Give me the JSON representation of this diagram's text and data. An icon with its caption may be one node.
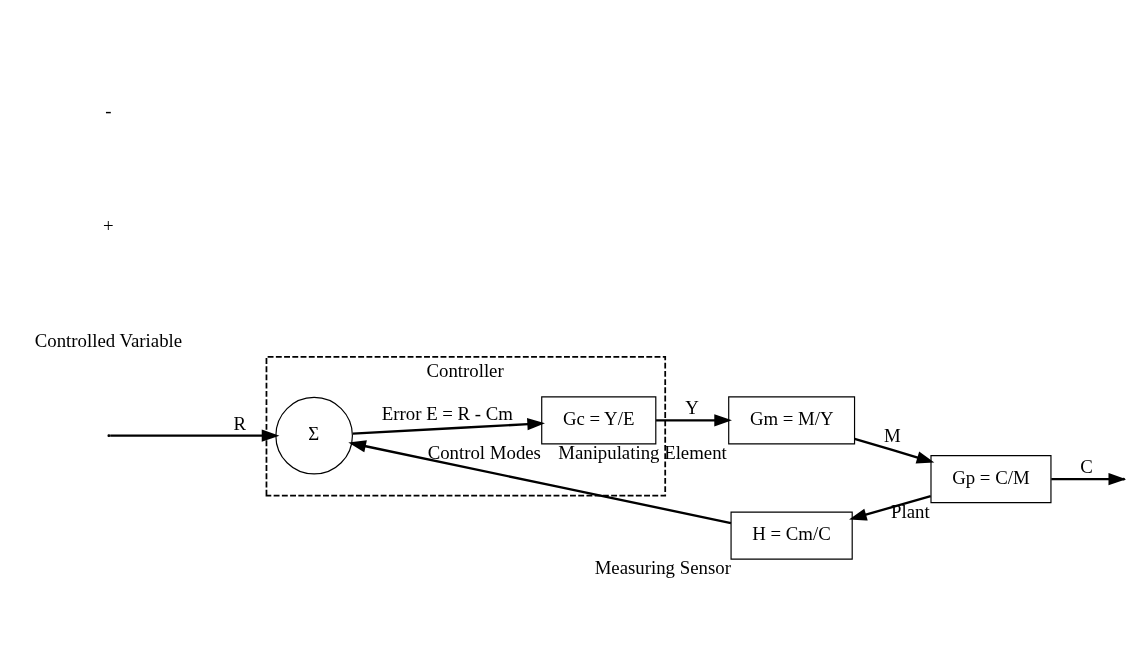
{
  "diagram": {
    "nodes": [
      {
        "text": [
          "Controller"
        ]
      },
      {
        "text": [
          "Σ"
        ],
        "in": 0
      },
      {
        "text": [
          "Gc = Y/E"
        ],
        "in": 0,
        "beside": [
          "Control Modes"
        ]
      },
      {
        "text": [
          "Gm = M/Y"
        ],
        "beside": [
          "Manipulating Element"
        ]
      },
      {
        "text": [
          "Gp = C/M"
        ],
        "beside": [
          "Plant"
        ]
      },
      {
        "text": [
          "H = Cm/C"
        ],
        "beside": [
          "Measuring Sensor"
        ]
      }
    ],
    "edges": [
      {
        "from": null,
        "to": 1,
        "arrow": "to",
        "label": "R"
      },
      {
        "from": 1,
        "to": 2,
        "arrow": "to",
        "label": "Error E = R - Cm"
      },
      {
        "from": 2,
        "to": 3,
        "arrow": "to",
        "label": "Y"
      },
      {
        "from": 3,
        "to": 4,
        "arrow": "to",
        "label": "M"
      },
      {
        "from": 4,
        "to": null,
        "arrow": "to",
        "label": "C"
      },
      {
        "from": 4,
        "to": 5,
        "arrow": "to"
      },
      {
        "from": 5,
        "to": 1,
        "arrow": "to"
      }
    ],
    "labels": [
      "Controlled Variable",
      "+",
      "-"
    ]
  }
}
